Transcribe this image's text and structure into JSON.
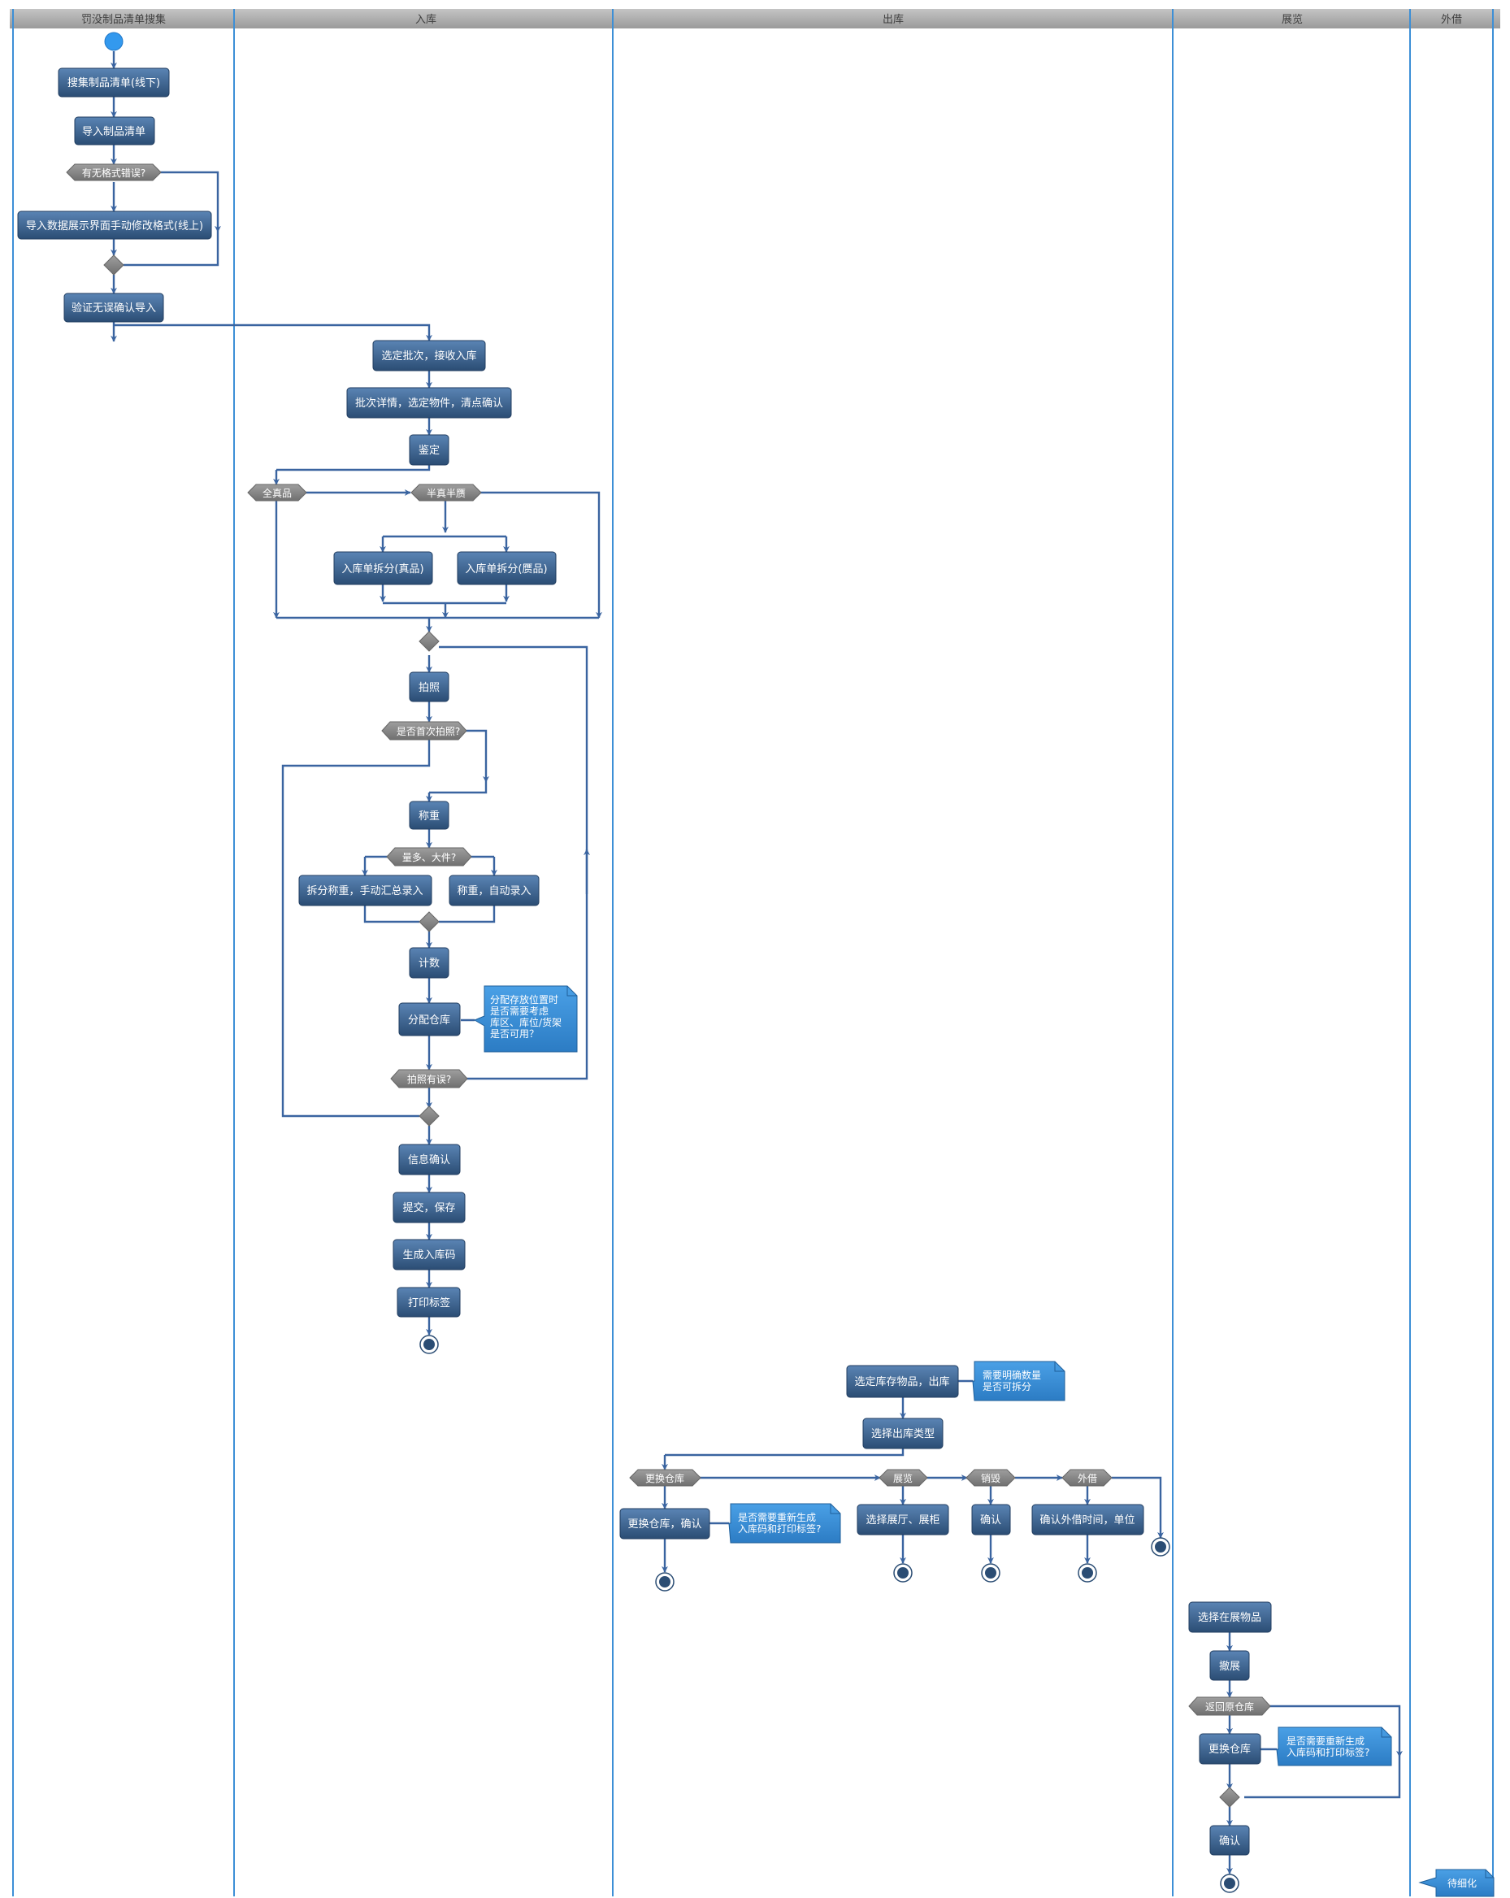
{
  "lanes": [
    {
      "id": "collect",
      "title": "罚没制品清单搜集"
    },
    {
      "id": "in",
      "title": "入库"
    },
    {
      "id": "out",
      "title": "出库"
    },
    {
      "id": "exhibit",
      "title": "展览"
    },
    {
      "id": "lend",
      "title": "外借"
    }
  ],
  "activities": {
    "a1": "搜集制品清单(线下)",
    "a2": "导入制品清单",
    "a3": "导入数据展示界面手动修改格式(线上)",
    "a4": "验证无误确认导入",
    "b1": "选定批次，接收入库",
    "b2": "批次详情，选定物件，清点确认",
    "b3": "鉴定",
    "b4": "入库单拆分(真品)",
    "b5": "入库单拆分(赝品)",
    "b6": "拍照",
    "b7": "称重",
    "b8": "拆分称重，手动汇总录入",
    "b9": "称重，自动录入",
    "b10": "计数",
    "b11": "分配仓库",
    "b12": "信息确认",
    "b13": "提交，保存",
    "b14": "生成入库码",
    "b15": "打印标签",
    "c1": "选定库存物品，出库",
    "c2": "选择出库类型",
    "c3": "更换仓库，确认",
    "c4": "选择展厅、展柜",
    "c5": "确认",
    "c6": "确认外借时间，单位",
    "d1": "选择在展物品",
    "d2": "撤展",
    "d3": "更换仓库",
    "d4": "确认"
  },
  "decisions": {
    "q1": "有无格式错误?",
    "q2": "全真品",
    "q3": "半真半赝",
    "q4": "是否首次拍照?",
    "q5": "量多、大件?",
    "q6": "拍照有误?",
    "q7": "更换仓库",
    "q8": "展览",
    "q9": "销毁",
    "q10": "外借",
    "q11": "返回原仓库"
  },
  "notes": {
    "n1": [
      "分配存放位置时",
      "是否需要考虑",
      "库区、库位/货架",
      "是否可用？"
    ],
    "n2": [
      "需要明确数量",
      "是否可拆分"
    ],
    "n3": [
      "是否需要重新生成",
      "入库码和打印标签?"
    ],
    "n4": [
      "是否需要重新生成",
      "入库码和打印标签?"
    ],
    "n5": [
      "待细化"
    ]
  },
  "colors": {
    "lane_header": "#a8a8a8",
    "lane_line": "#3d8fd6",
    "activity_fill": "#3f6a98",
    "activity_fill_dark": "#2b4d74",
    "decision_fill": "#8a8a8a",
    "note_fill": "#3a8ed6",
    "arrow": "#3a64a0",
    "start": "#3399ee"
  }
}
